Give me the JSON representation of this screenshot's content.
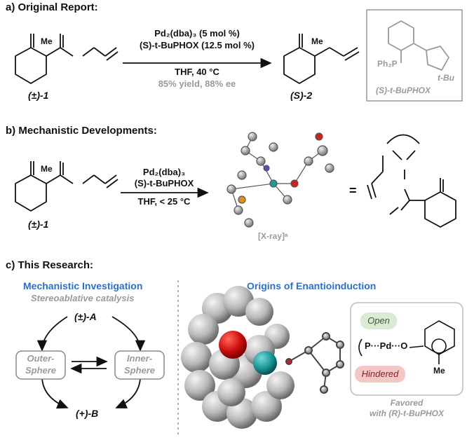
{
  "section_a": {
    "title": "a) Original Report:",
    "cond1": "Pd₂(dba)₃ (5 mol %)",
    "cond2": "(S)-t-BuPHOX (12.5 mol %)",
    "cond3": "THF, 40 °C",
    "cond4": "85% yield, 88% ee",
    "sm_label": "(±)-1",
    "prod_label": "(S)-2",
    "ligand_label": "(S)-t-BuPHOX",
    "me": "Me",
    "ph2p": "Ph₂P",
    "tbu": "t-Bu"
  },
  "section_b": {
    "title": "b) Mechanistic Developments:",
    "cond1": "Pd₂(dba)₃",
    "cond2": "(S)-t-BuPHOX",
    "cond3": "THF, < 25 °C",
    "sm_label": "(±)-1",
    "xray_label": "[X-ray]ᵃ",
    "equals": "="
  },
  "section_c": {
    "title": "c) This Research:",
    "mech_title": "Mechanistic Investigation",
    "mech_sub": "Stereoablative catalysis",
    "top_label": "(±)-A",
    "bottom_label": "(+)-B",
    "outer": [
      "Outer-",
      "Sphere"
    ],
    "inner": [
      "Inner-",
      "Sphere"
    ],
    "origins_title": "Origins of Enantioinduction",
    "open": "Open",
    "hindered": "Hindered",
    "favored1": "Favored",
    "favored2": "with (R)-t-BuPHOX",
    "me": "Me"
  },
  "colors": {
    "blue": "#2c6fd1",
    "open_fill": "#d9ebd3",
    "hindered_fill": "#f4c7c4",
    "gray": "#9a9a9a"
  }
}
